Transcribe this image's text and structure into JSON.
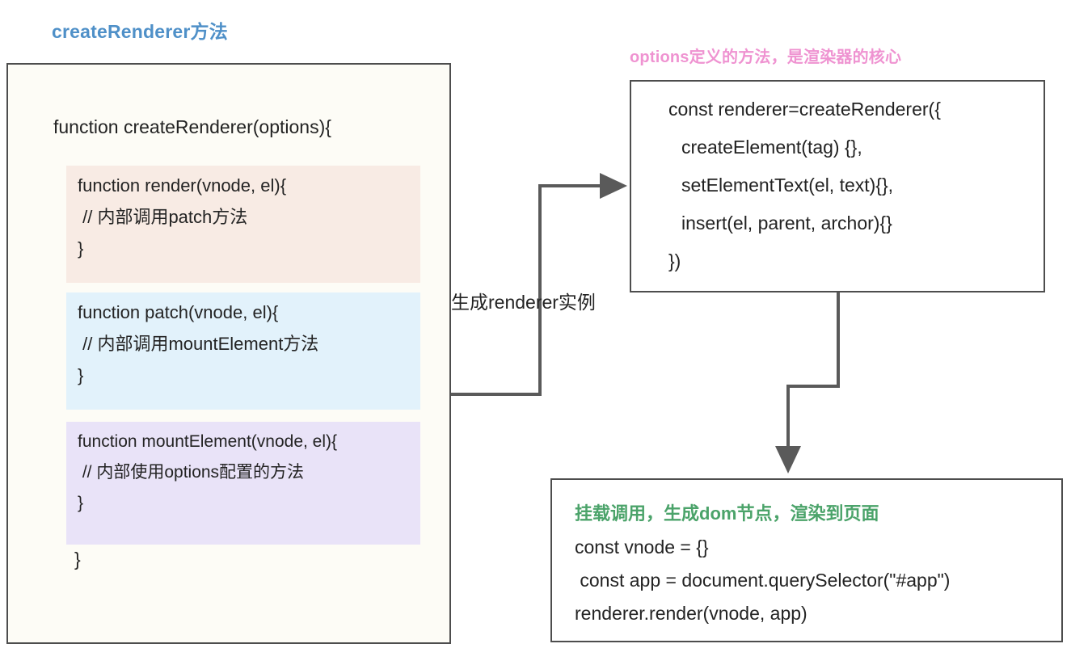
{
  "diagram": {
    "type": "flowchart",
    "background": "#ffffff",
    "colors": {
      "title_blue": "#4f90c8",
      "title_pink": "#ef93d1",
      "title_green": "#4ba36a",
      "block_render_bg": "#f8ebe4",
      "block_patch_bg": "#e2f2fb",
      "block_mount_bg": "#e9e3f8",
      "box_border": "#4d4d4d",
      "box_cream_bg": "#fdfcf6",
      "arrow": "#5a5a5a"
    }
  },
  "titles": {
    "create_renderer": "createRenderer方法",
    "options": "options定义的方法，是渲染器的核心"
  },
  "create_renderer_box": {
    "signature": "function createRenderer(options){",
    "closing_brace": "}",
    "blocks": [
      {
        "name": "render",
        "lines": [
          "function render(vnode, el){",
          " // 内部调用patch方法",
          "}"
        ]
      },
      {
        "name": "patch",
        "lines": [
          "function patch(vnode, el){",
          " // 内部调用mountElement方法",
          "}"
        ]
      },
      {
        "name": "mountElement",
        "lines": [
          "function mountElement(vnode, el){",
          " // 内部使用options配置的方法",
          "}"
        ]
      }
    ]
  },
  "renderer_box": {
    "lines": [
      "const renderer=createRenderer({",
      "createElement(tag) {},",
      "setElementText(el, text){},",
      "insert(el, parent, archor){}",
      "})"
    ]
  },
  "mount_box": {
    "heading": "挂载调用，生成dom节点，渲染到页面",
    "lines": [
      "const vnode = {}",
      " const app = document.querySelector(\"#app\")",
      "renderer.render(vnode, app)"
    ]
  },
  "edges": [
    {
      "id": "create-renderer-to-renderer",
      "label": "生成renderer实例",
      "from": "create_renderer_box",
      "to": "renderer_box"
    },
    {
      "id": "renderer-to-mount",
      "label": "",
      "from": "renderer_box",
      "to": "mount_box"
    }
  ]
}
